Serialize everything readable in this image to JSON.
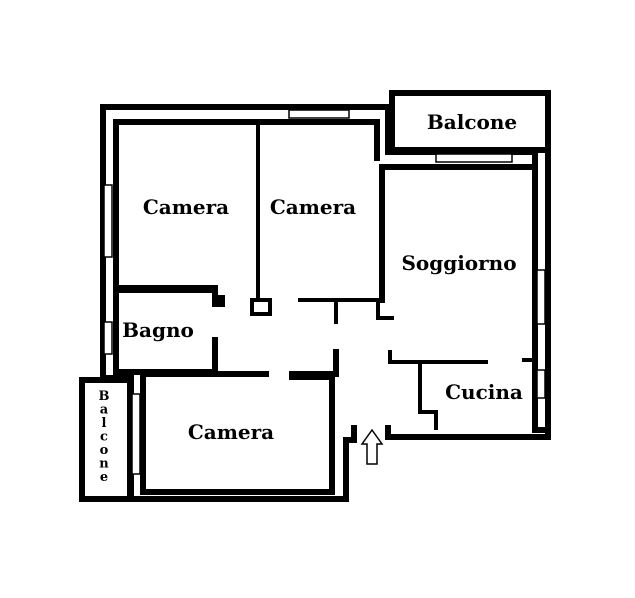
{
  "plan": {
    "rooms": {
      "camera_top_left": "Camera",
      "camera_top_mid": "Camera",
      "camera_bottom": "Camera",
      "bagno": "Bagno",
      "soggiorno": "Soggiorno",
      "cucina": "Cucina",
      "balcone_top": "Balcone",
      "balcone_left": "Balcone"
    },
    "entrance_icon": "entrance-arrow-icon",
    "colors": {
      "wall": "#000000",
      "background": "#ffffff"
    }
  }
}
